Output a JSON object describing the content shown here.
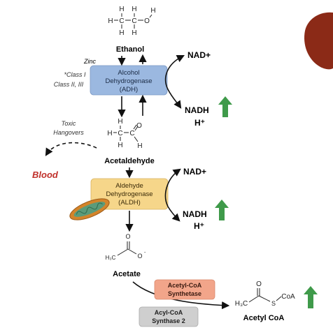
{
  "ethanol": {
    "name": "Ethanol",
    "atoms": {
      "h": "H",
      "c": "C",
      "o": "O"
    }
  },
  "zinc": "Zinc",
  "class_note": [
    "*Class I",
    "Class II, III"
  ],
  "adh": {
    "lines": [
      "Alcohol",
      "Dehydrogenase",
      "(ADH)"
    ]
  },
  "adh_cofactors": {
    "in": "NAD+",
    "out": [
      "NADH",
      "H⁺"
    ]
  },
  "toxic_note": [
    "Toxic",
    "Hangovers"
  ],
  "acetaldehyde": {
    "name": "Acetaldehyde",
    "atoms": {
      "h": "H",
      "c": "C",
      "o": "O"
    }
  },
  "blood": "Blood",
  "aldh": {
    "lines": [
      "Aldehyde",
      "Dehydrogenase",
      "(ALDH)"
    ]
  },
  "aldh_cofactors": {
    "in": "NAD+",
    "out": [
      "NADH",
      "H⁺"
    ]
  },
  "acetate": {
    "name": "Acetate",
    "atoms": {
      "o": "O",
      "o_minus": "O",
      "minus": "-",
      "methyl": "H₃C"
    }
  },
  "acetyl_coa_synthetase": {
    "lines": [
      "Acetyl-CoA",
      "Synthetase"
    ]
  },
  "acyl_coa_synthase": {
    "lines": [
      "Acyl-CoA",
      "Synthase 2"
    ]
  },
  "acetyl_coa": {
    "name": "Acetyl CoA",
    "atoms": {
      "o": "O",
      "s": "S",
      "coa": "CoA",
      "methyl": "H₃C"
    }
  },
  "colors": {
    "adh_box": "#9bb8e0",
    "aldh_box": "#f6d68a",
    "synthetase_box": "#f2a58a",
    "synthase_box": "#cfcfcf",
    "up_arrow": "#3f9a4a",
    "blood_text": "#c0302a",
    "liver": "#8b2a17",
    "mitochondrion": "#d4842a",
    "mito_inner": "#5b9b7a"
  }
}
